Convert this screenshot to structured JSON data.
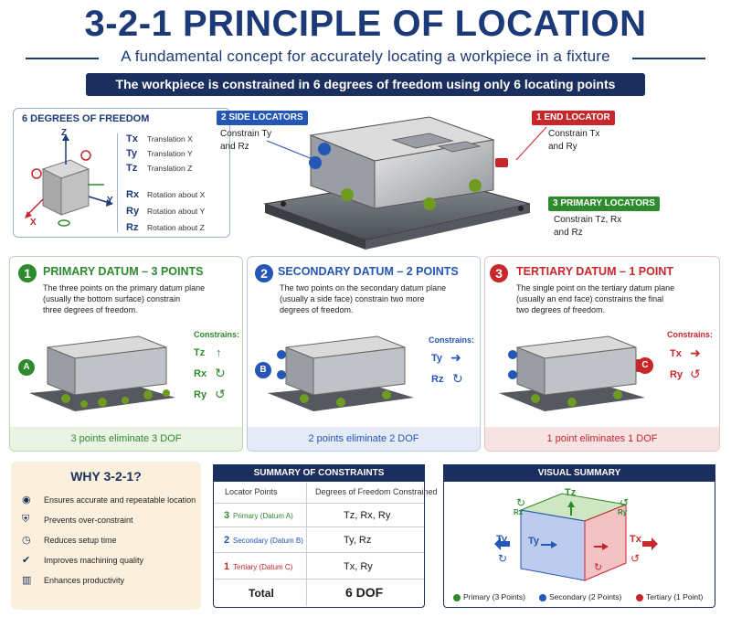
{
  "header": {
    "title": "3-2-1 PRINCIPLE OF LOCATION",
    "subtitle": "A fundamental concept for accurately locating a workpiece in a fixture",
    "banner": "The workpiece is constrained in 6 degrees of freedom using only 6 locating points"
  },
  "dof": {
    "title": "6 DEGREES OF FREEDOM",
    "axes": {
      "z": "Z",
      "x": "X",
      "y": "Y"
    },
    "rows": [
      {
        "sym": "Tx",
        "text": "Translation X"
      },
      {
        "sym": "Ty",
        "text": "Translation Y"
      },
      {
        "sym": "Tz",
        "text": "Translation Z"
      },
      {
        "sym": "Rx",
        "text": "Rotation about X"
      },
      {
        "sym": "Ry",
        "text": "Rotation about Y"
      },
      {
        "sym": "Rz",
        "text": "Rotation about Z"
      }
    ]
  },
  "callouts": {
    "side": {
      "tag": "2 SIDE LOCATORS",
      "line1": "Constrain Ty",
      "line2": "and Rz",
      "color": "#2456b5"
    },
    "end": {
      "tag": "1 END LOCATOR",
      "line1": "Constrain Tx",
      "line2": "and Ry",
      "color": "#c8262b"
    },
    "primary": {
      "tag": "3 PRIMARY LOCATORS",
      "line1": "Constrain Tz, Rx",
      "line2": "and Rz",
      "color": "#2d8a2d"
    }
  },
  "panels": [
    {
      "num": "1",
      "title": "PRIMARY DATUM – 3 POINTS",
      "desc": [
        "The three points on the primary datum plane",
        "(usually the bottom surface) constrain",
        "three degrees of freedom."
      ],
      "constrains_label": "Constrains:",
      "constraints": [
        "Tz",
        "Rx",
        "Ry"
      ],
      "badge": "A",
      "footer": "3 points eliminate 3 DOF",
      "color": "#2d8a2d"
    },
    {
      "num": "2",
      "title": "SECONDARY DATUM – 2 POINTS",
      "desc": [
        "The two points on the secondary datum plane",
        "(usually a side face) constrain two more",
        "degrees of freedom."
      ],
      "constrains_label": "Constrains:",
      "constraints": [
        "Ty",
        "Rz"
      ],
      "badge": "B",
      "footer": "2 points eliminate 2 DOF",
      "color": "#2456b5"
    },
    {
      "num": "3",
      "title": "TERTIARY DATUM – 1 POINT",
      "desc": [
        "The single point on the tertiary datum plane",
        "(usually an end face) constrains the final",
        "two degrees of freedom."
      ],
      "constrains_label": "Constrains:",
      "constraints": [
        "Tx",
        "Ry"
      ],
      "badge": "C",
      "footer": "1 point eliminates 1 DOF",
      "color": "#c8262b"
    }
  ],
  "why": {
    "title": "WHY 3-2-1?",
    "items": [
      {
        "icon": "check-target-icon",
        "text": "Ensures accurate and repeatable location"
      },
      {
        "icon": "shield-icon",
        "text": "Prevents over-constraint"
      },
      {
        "icon": "clock-icon",
        "text": "Reduces setup time"
      },
      {
        "icon": "check-circle-icon",
        "text": "Improves machining quality"
      },
      {
        "icon": "bar-chart-icon",
        "text": "Enhances productivity"
      }
    ]
  },
  "summary_table": {
    "title": "SUMMARY OF CONSTRAINTS",
    "headers": [
      "Locator Points",
      "Degrees of Freedom Constrained"
    ],
    "rows": [
      {
        "num": "3",
        "label": "Primary (Datum A)",
        "value": "Tz, Rx, Ry",
        "color": "#2d8a2d"
      },
      {
        "num": "2",
        "label": "Secondary (Datum B)",
        "value": "Ty, Rz",
        "color": "#2456b5"
      },
      {
        "num": "1",
        "label": "Tertiary (Datum C)",
        "value": "Tx, Ry",
        "color": "#c8262b"
      }
    ],
    "total_label": "Total",
    "total_value": "6 DOF"
  },
  "visual_summary": {
    "title": "VISUAL SUMMARY",
    "labels": {
      "tz": "Tz",
      "ty_out": "Ty",
      "ty_in": "Ty",
      "tx": "Tx",
      "rx": "Rx",
      "ry": "Ry"
    },
    "legend": [
      "Primary (3 Points)",
      "Secondary (2 Points)",
      "Tertiary (1 Point)"
    ]
  }
}
